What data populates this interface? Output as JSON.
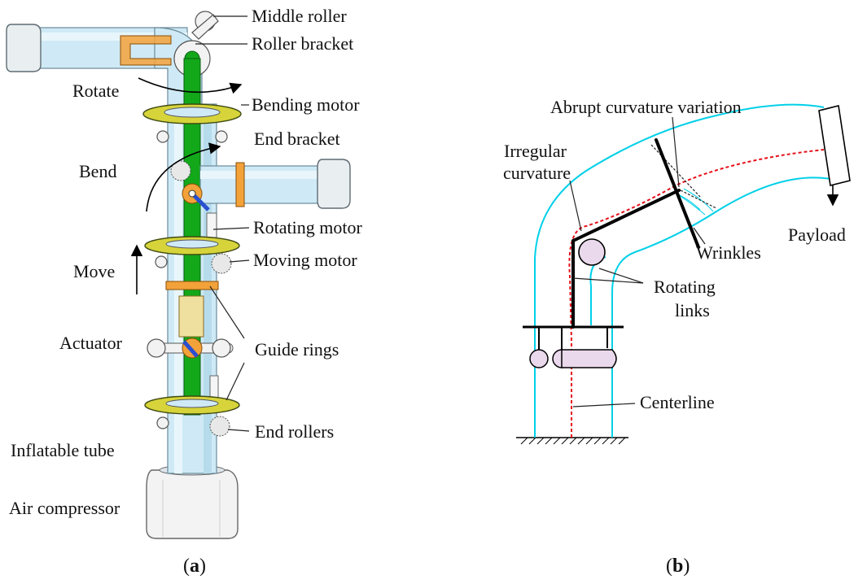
{
  "panel_a": {
    "labels": {
      "middle_roller": "Middle roller",
      "roller_bracket": "Roller bracket",
      "rotate": "Rotate",
      "bending_motor": "Bending motor",
      "end_bracket": "End bracket",
      "bend": "Bend",
      "rotating_motor": "Rotating motor",
      "move": "Move",
      "moving_motor": "Moving motor",
      "actuator": "Actuator",
      "guide_rings": "Guide rings",
      "end_rollers": "End rollers",
      "inflatable_tube": "Inflatable tube",
      "air_compressor": "Air compressor"
    },
    "caption_open": "(",
    "caption_letter": "a",
    "caption_close": ")"
  },
  "panel_b": {
    "labels": {
      "abrupt_curvature": "Abrupt curvature variation",
      "irregular_1": "Irregular",
      "irregular_2": "curvature",
      "payload": "Payload",
      "wrinkles": "Wrinkles",
      "rotating_1": "Rotating",
      "rotating_2": "links",
      "centerline": "Centerline"
    },
    "caption_open": "(",
    "caption_letter": "b",
    "caption_close": ")"
  },
  "colors": {
    "tube_outline": "#00d0e8",
    "centerline": "#e8101a",
    "track_green": "#12a81a",
    "guide_ring": "#d6d43a",
    "bracket_orange": "#f3a23a"
  }
}
